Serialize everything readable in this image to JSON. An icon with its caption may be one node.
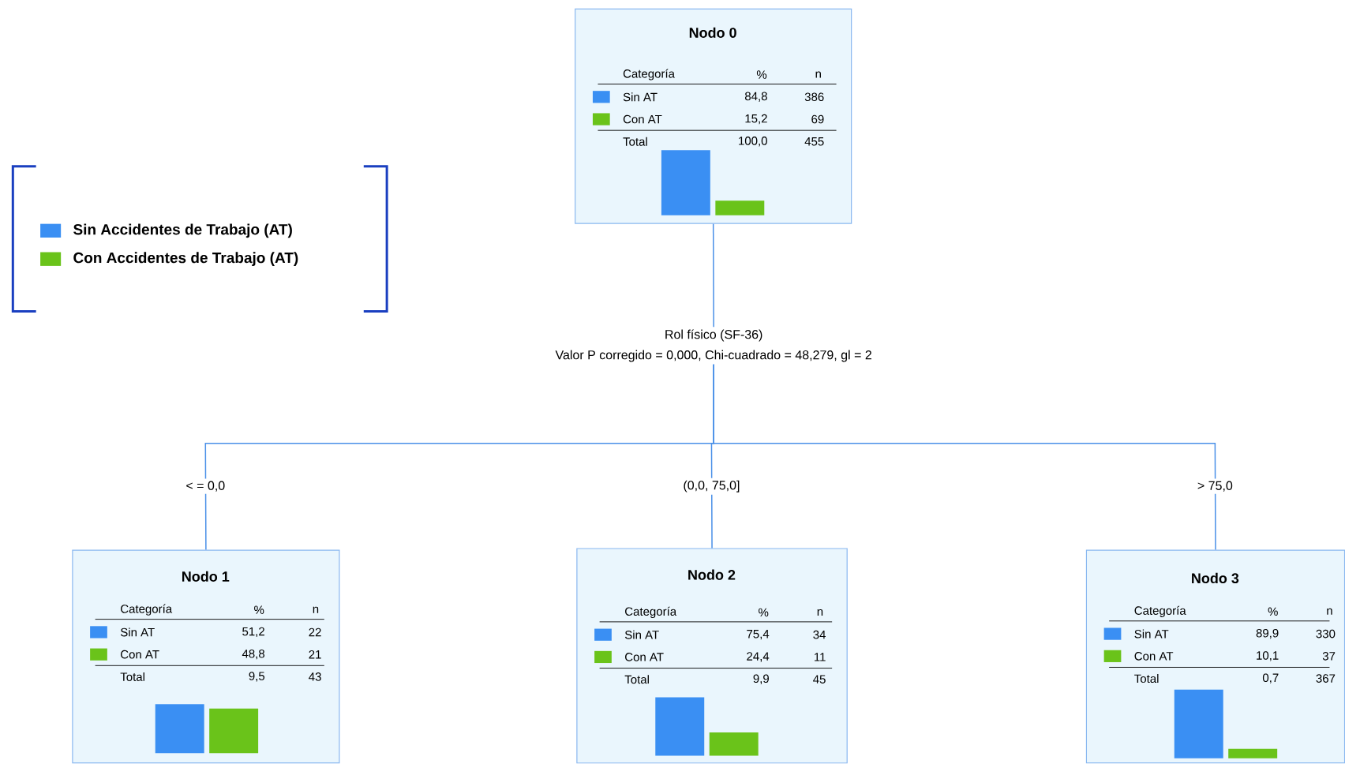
{
  "diagram": {
    "nodes": [
      {
        "text": [
          "Nodo 0",
          "Categoría",
          "%",
          "n",
          "Sin AT",
          "84,8",
          "386",
          "Con AT",
          "15,2",
          "69",
          "Total",
          "100,0",
          "455"
        ]
      },
      {
        "text": [
          "Rol físico (SF-36)",
          "Valor P corregido = 0,000, Chi-cuadrado = 48,279, gl = 2"
        ]
      },
      {
        "text": [
          "Nodo 1",
          "Categoría",
          "%",
          "n",
          "Sin AT",
          "51,2",
          "22",
          "Con AT",
          "48,8",
          "21",
          "Total",
          "9,5",
          "43"
        ]
      },
      {
        "text": [
          "Nodo 2",
          "Categoría",
          "%",
          "n",
          "Sin AT",
          "75,4",
          "34",
          "Con AT",
          "24,4",
          "11",
          "Total",
          "9,9",
          "45"
        ]
      },
      {
        "text": [
          "Nodo 3",
          "Categoría",
          "%",
          "n",
          "Sin AT",
          "89,9",
          "330",
          "Con AT",
          "10,1",
          "37",
          "Total",
          "0,7",
          "367"
        ]
      }
    ],
    "edges": [
      {
        "from": 0,
        "to": 1,
        "arrow": "none"
      },
      {
        "from": 1,
        "to": 2,
        "arrow": "none",
        "label": "< = 0,0"
      },
      {
        "from": 1,
        "to": 3,
        "arrow": "none",
        "label": "(0,0, 75,0]"
      },
      {
        "from": 1,
        "to": 4,
        "arrow": "none",
        "label": "> 75,0"
      }
    ],
    "legend": [
      {
        "text": "Sin Accidentes de Trabajo (AT)",
        "color": "#3a8ff3"
      },
      {
        "text": "Con Accidentes de Trabajo (AT)",
        "color": "#6ac31a"
      }
    ]
  }
}
